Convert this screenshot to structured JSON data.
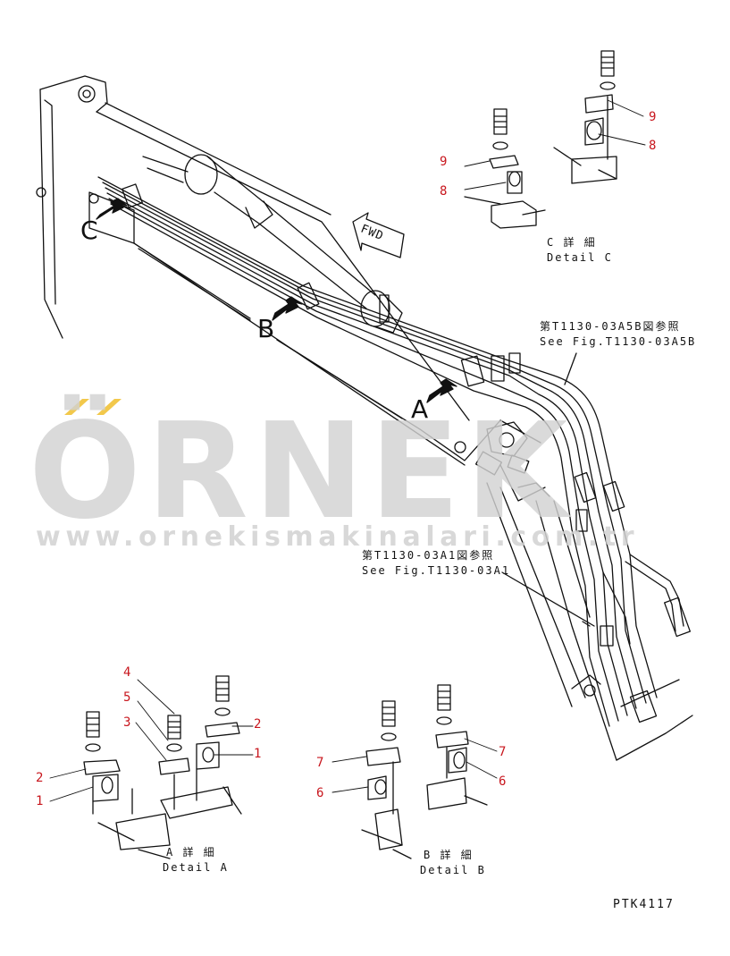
{
  "watermark": {
    "brand": "ÖRNEK",
    "url": "www.ornekismakinalari.com.tr",
    "accent_color": "#f2c84b",
    "text_color": "#d2d2d2"
  },
  "section_letters": {
    "a": "A",
    "b": "B",
    "c": "C"
  },
  "arrow_label": "FWD",
  "references": {
    "upper_jp": "第T1130-03A5B図参照",
    "upper_en": "See Fig.T1130-03A5B",
    "lower_jp": "第T1130-03A1図参照",
    "lower_en": "See Fig.T1130-03A1"
  },
  "details": {
    "a_jp": "A 詳 細",
    "a_en": "Detail A",
    "b_jp": "B 詳 細",
    "b_en": "Detail B",
    "c_jp": "C 詳 細",
    "c_en": "Detail C"
  },
  "callouts": {
    "c9": "9",
    "c8a": "8",
    "c9b": "9",
    "c8b": "8",
    "a4": "4",
    "a5": "5",
    "a3": "3",
    "a2r": "2",
    "a1r": "1",
    "a2l": "2",
    "a1l": "1",
    "b7l": "7",
    "b6l": "6",
    "b7r": "7",
    "b6r": "6"
  },
  "drawing_code": "PTK4117"
}
